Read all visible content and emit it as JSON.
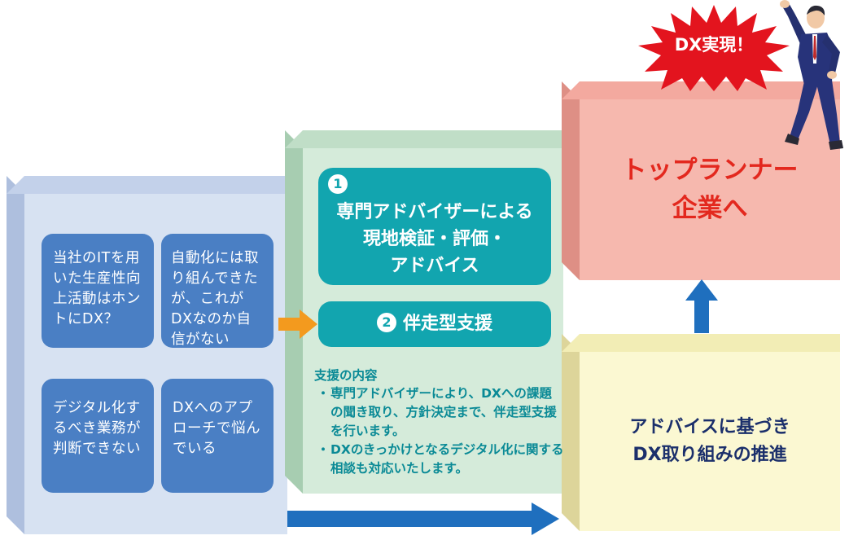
{
  "left_cards": [
    {
      "text": "当社のITを用\nいた生産性向\n上活動はホン\nトにDX？"
    },
    {
      "text": "自動化には取\nり組んできた\nが、これが\nDXなのか自\n信がない"
    },
    {
      "text": "デジタル化す\nるべき業務が\n判断できない"
    },
    {
      "text": "DXへのアプ\nローチで悩ん\nでいる"
    }
  ],
  "step1": {
    "number": "1",
    "line1": "専門アドバイザーによる",
    "line2": "現地検証・評価・",
    "line3": "アドバイス"
  },
  "step2": {
    "number": "2",
    "label": "伴走型支援"
  },
  "support": {
    "heading": "支援の内容",
    "bullet": "・",
    "items": [
      "専門アドバイザーにより、DXへの課題の聞き取り、方針決定まで、伴走型支援を行います。",
      "DXのきっかけとなるデジタル化に関する相談も対応いたします。"
    ]
  },
  "yellow_box": {
    "line1": "アドバイスに基づき",
    "line2": "DX取り組みの推進"
  },
  "pink_box": {
    "line1": "トップランナー",
    "line2": "企業へ"
  },
  "starburst": {
    "text": "DX実現！"
  },
  "colors": {
    "card_blue": "#4a7fc4",
    "teal": "#12a5af",
    "orange_arrow": "#f39a1e",
    "blue_arrow": "#1f6fbe",
    "red_text": "#e3281e",
    "navy_text": "#1b2f6b",
    "starburst_red": "#e3141e"
  },
  "icons": [
    "orange-right-arrow",
    "blue-right-arrow",
    "blue-up-arrow",
    "starburst",
    "cheering-businessman"
  ]
}
